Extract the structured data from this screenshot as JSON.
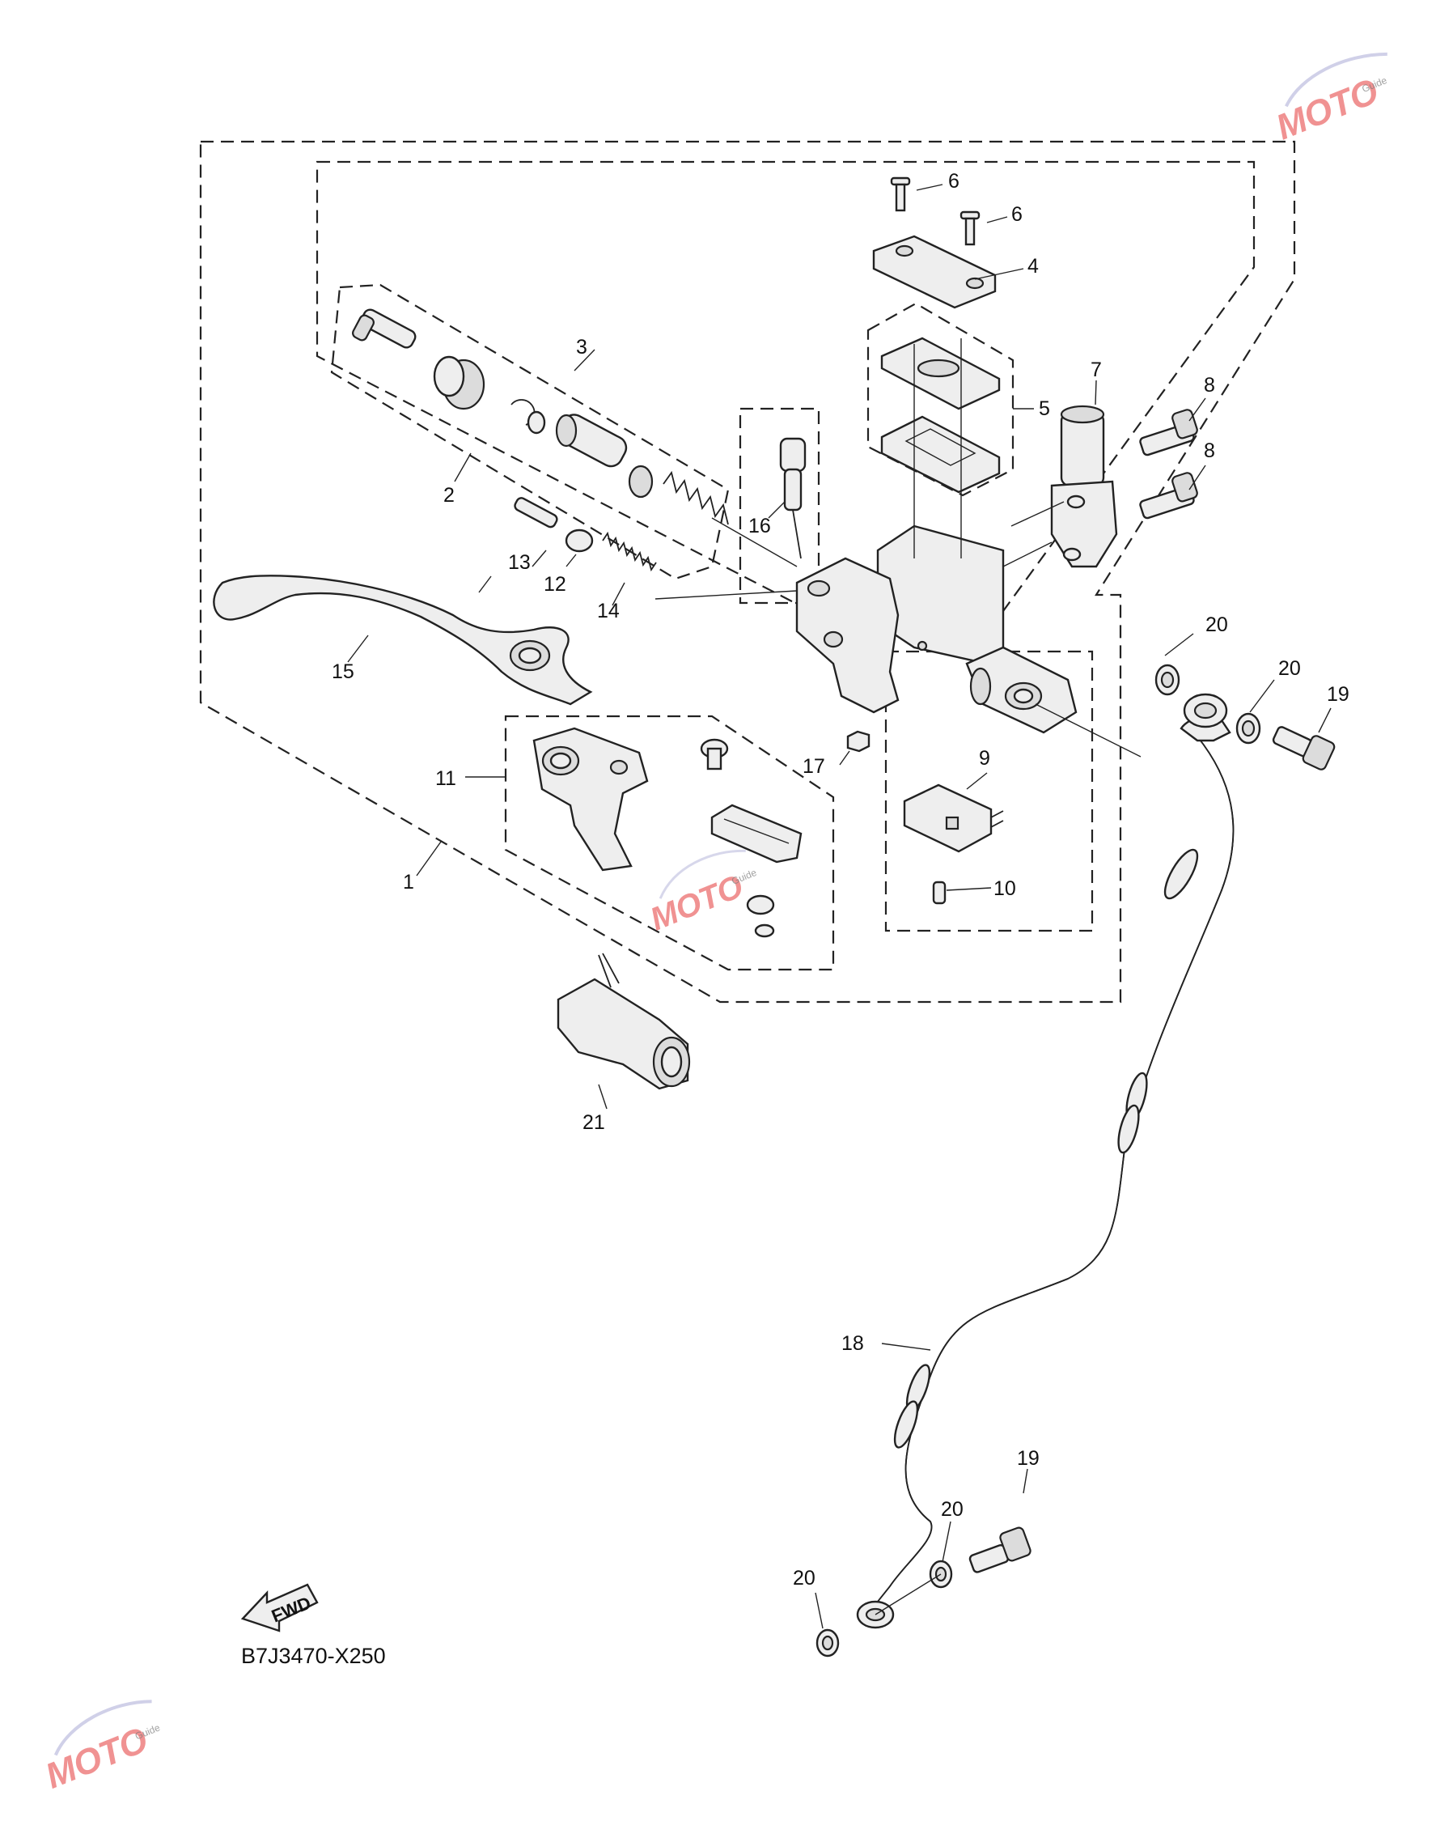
{
  "diagram": {
    "labels": {
      "p1": "1",
      "p2": "2",
      "p3": "3",
      "p4": "4",
      "p5": "5",
      "p6a": "6",
      "p6b": "6",
      "p7": "7",
      "p8a": "8",
      "p8b": "8",
      "p9": "9",
      "p10": "10",
      "p11": "11",
      "p12": "12",
      "p13": "13",
      "p14": "14",
      "p15": "15",
      "p16": "16",
      "p17": "17",
      "p18": "18",
      "p19a": "19",
      "p19b": "19",
      "p20a": "20",
      "p20b": "20",
      "p20c": "20",
      "p20d": "20",
      "p21": "21"
    },
    "fwd_label": "FWD",
    "diagram_code": "B7J3470-X250",
    "watermark": {
      "logo_text": "MOTO",
      "sub_text": "Guide"
    }
  }
}
